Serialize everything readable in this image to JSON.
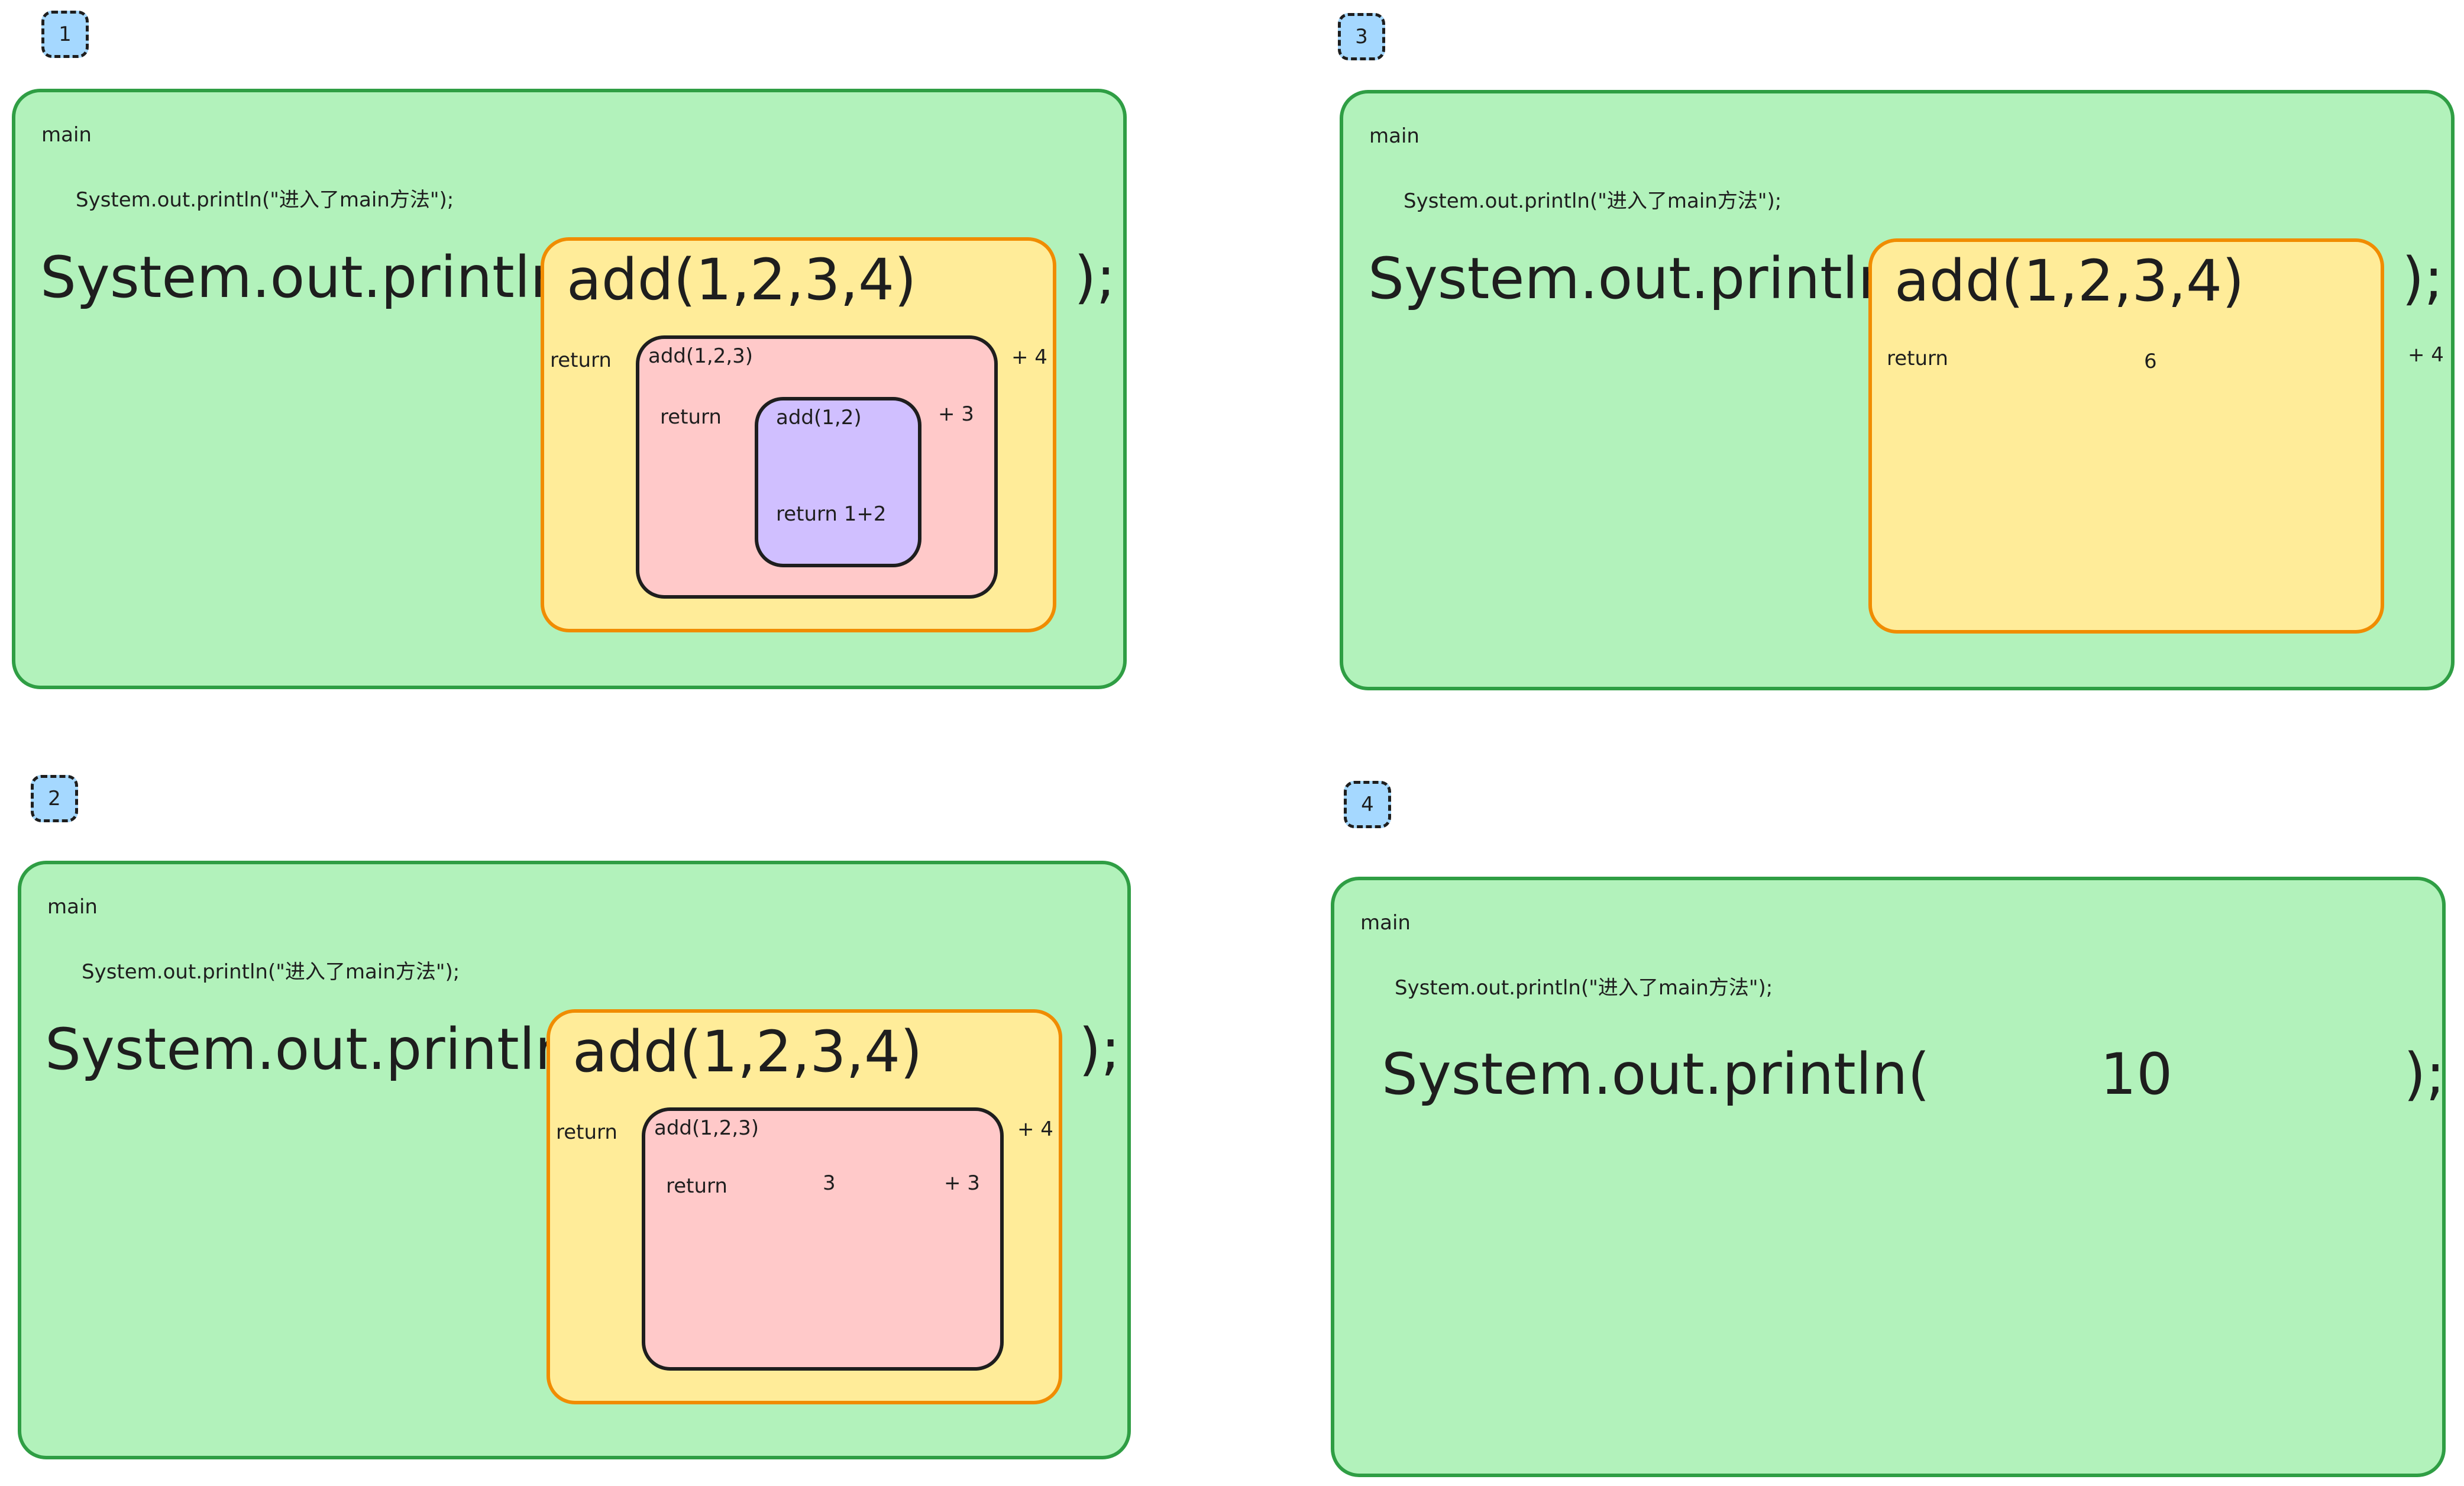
{
  "panels": [
    {
      "number": "1",
      "main_label": "main",
      "print_line": "System.out.println(\"进入了main方法\");",
      "call_prefix": "System.out.println(",
      "call_expr": "add(1,2,3,4)",
      "call_suffix": ");",
      "return_label": "return",
      "plus_outer": "+ 4",
      "inner_call": "add(1,2,3)",
      "inner_return": "return",
      "plus_inner": "+ 3",
      "innermost_call": "add(1,2)",
      "innermost_return": "return 1+2"
    },
    {
      "number": "2",
      "main_label": "main",
      "print_line": "System.out.println(\"进入了main方法\");",
      "call_prefix": "System.out.println(",
      "call_expr": "add(1,2,3,4)",
      "call_suffix": ");",
      "return_label": "return",
      "plus_outer": "+ 4",
      "inner_call": "add(1,2,3)",
      "inner_return": "return",
      "inner_value": "3",
      "plus_inner": "+ 3"
    },
    {
      "number": "3",
      "main_label": "main",
      "print_line": "System.out.println(\"进入了main方法\");",
      "call_prefix": "System.out.println(",
      "call_expr": "add(1,2,3,4)",
      "call_suffix": ");",
      "return_label": "return",
      "return_value": "6",
      "plus_outer": "+ 4"
    },
    {
      "number": "4",
      "main_label": "main",
      "print_line": "System.out.println(\"进入了main方法\");",
      "call_prefix": "System.out.println(",
      "result": "10",
      "call_suffix": ");"
    }
  ]
}
